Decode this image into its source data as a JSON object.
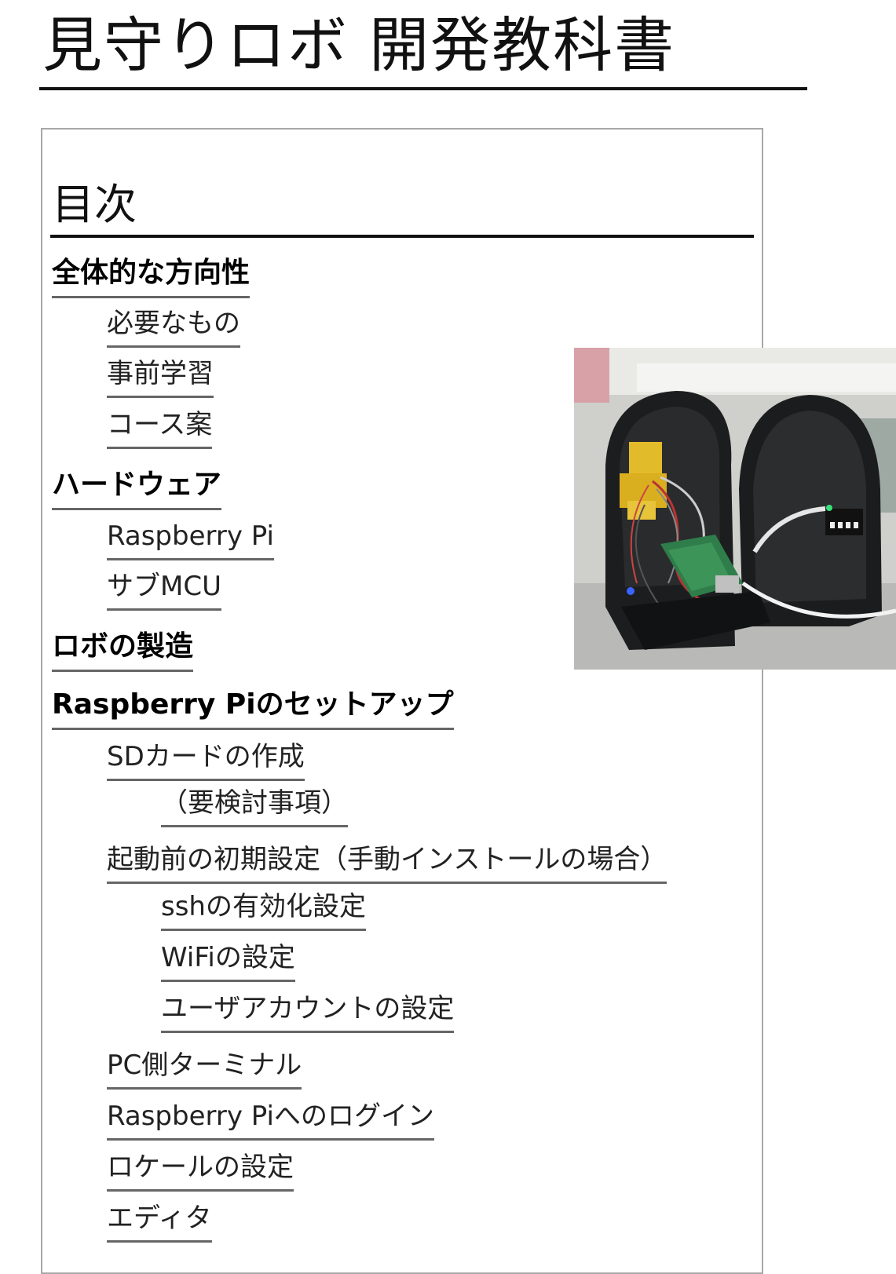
{
  "page": {
    "title": "見守りロボ 開発教科書"
  },
  "toc": {
    "heading": "目次",
    "items": [
      {
        "label": "全体的な方向性",
        "level": 1
      },
      {
        "label": "必要なもの",
        "level": 2
      },
      {
        "label": "事前学習",
        "level": 2
      },
      {
        "label": "コース案",
        "level": 2
      },
      {
        "label": "ハードウェア",
        "level": 1
      },
      {
        "label": "Raspberry Pi",
        "level": 2
      },
      {
        "label": "サブMCU",
        "level": 2
      },
      {
        "label": "ロボの製造",
        "level": 1
      },
      {
        "label": "Raspberry Piのセットアップ",
        "level": 1
      },
      {
        "label": "SDカードの作成",
        "level": 2
      },
      {
        "label": "（要検討事項）",
        "level": 3
      },
      {
        "label": "起動前の初期設定（手動インストールの場合）",
        "level": 2
      },
      {
        "label": "sshの有効化設定",
        "level": 3
      },
      {
        "label": "WiFiの設定",
        "level": 3
      },
      {
        "label": "ユーザアカウントの設定",
        "level": 3
      },
      {
        "label": "PC側ターミナル",
        "level": 2
      },
      {
        "label": "Raspberry Piへのログイン",
        "level": 2
      },
      {
        "label": "ロケールの設定",
        "level": 2
      },
      {
        "label": "エディタ",
        "level": 2
      }
    ]
  },
  "colors": {
    "text": "#111111",
    "link_underline": "#666666",
    "box_border": "#a8a8a8"
  }
}
